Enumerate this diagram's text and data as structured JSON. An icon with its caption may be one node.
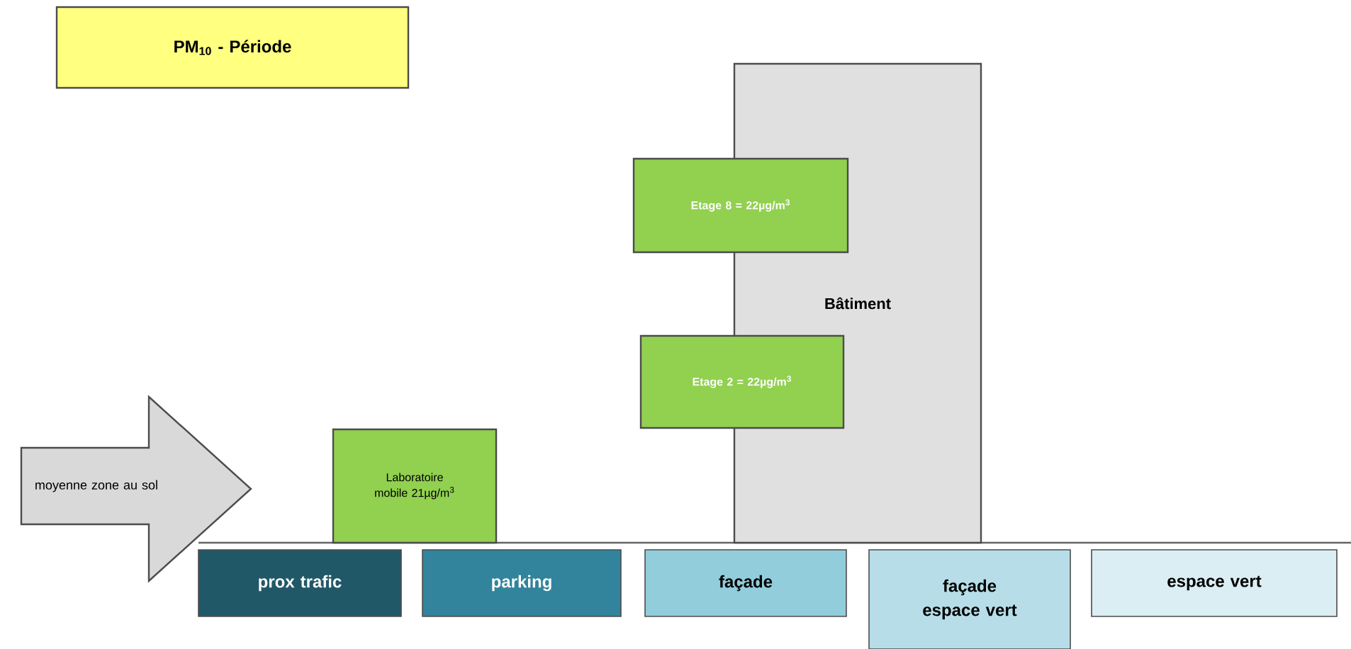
{
  "diagram": {
    "nodes": [
      {
        "text": [
          "PM$_{10}$ - Période"
        ]
      },
      {
        "text": [
          "moyenne zone au sol"
        ]
      },
      {
        "text": [
          "Laboratoire mobile 21µg/m$^{3}$"
        ]
      },
      {
        "text": [
          "Bâtiment"
        ]
      },
      {
        "text": [
          "Etage 8 = 22µg/m$^{3}$"
        ]
      },
      {
        "text": [
          "Etage 2 = 22µg/m$^{3}$"
        ]
      },
      {
        "text": [
          "prox trafic"
        ]
      },
      {
        "text": [
          "parking"
        ]
      },
      {
        "text": [
          "façade"
        ]
      },
      {
        "text": [
          "façade espace vert"
        ]
      },
      {
        "text": [
          "espace vert"
        ]
      }
    ]
  }
}
